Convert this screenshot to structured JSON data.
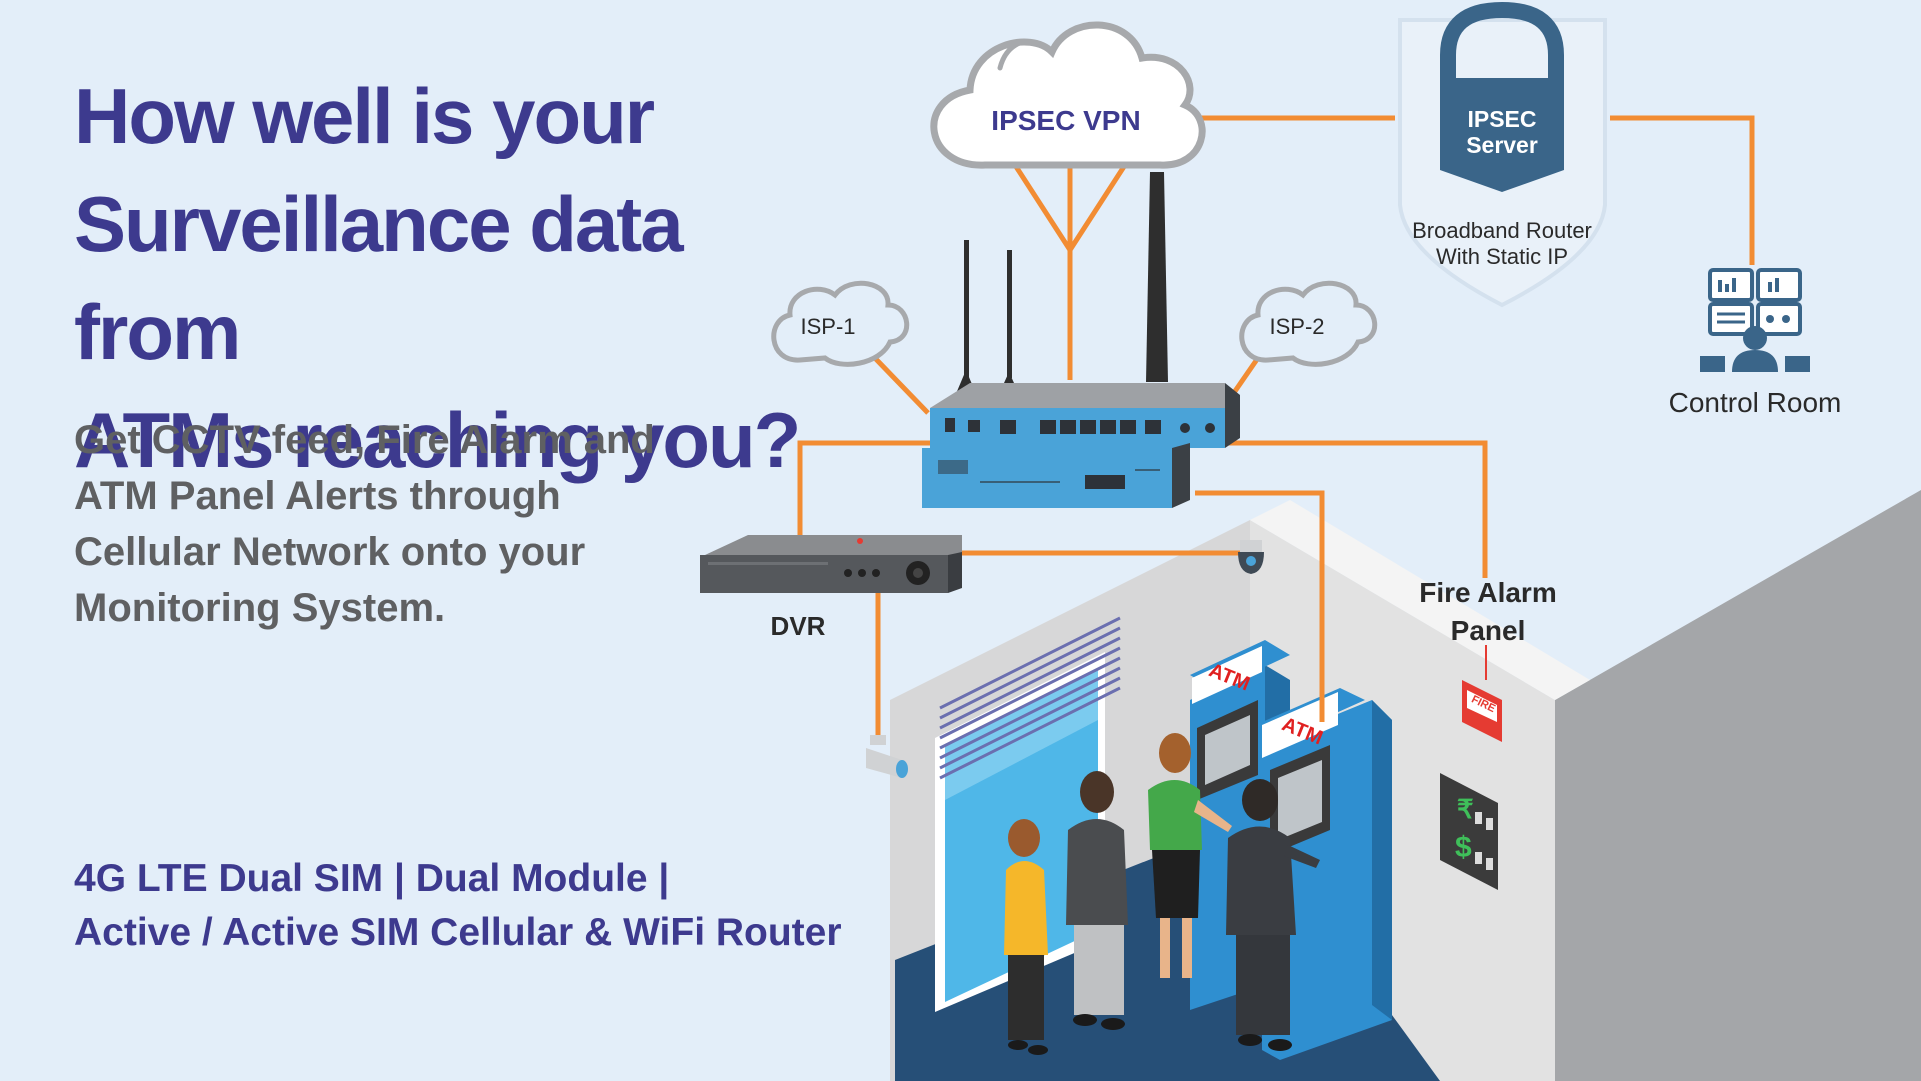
{
  "headline": [
    "How well is your",
    "Surveillance data from",
    "ATMs reaching you?"
  ],
  "subheadline": [
    "Get CCTV feed, Fire Alarm and",
    "ATM Panel Alerts through",
    "Cellular Network onto your",
    "Monitoring System."
  ],
  "features": [
    "4G LTE Dual SIM | Dual Module |",
    "Active / Active SIM Cellular & WiFi Router"
  ],
  "diagram": {
    "vpn_label": "IPSEC VPN",
    "isp1_label": "ISP-1",
    "isp2_label": "ISP-2",
    "server_label_line1": "IPSEC",
    "server_label_line2": "Server",
    "router_caption_line1": "Broadband Router",
    "router_caption_line2": "With Static IP",
    "control_room_label": "Control Room",
    "dvr_label": "DVR",
    "fire_panel_line1": "Fire Alarm",
    "fire_panel_line2": "Panel",
    "atm_sign": "ATM",
    "fire_sign": "FIRE",
    "rupee_symbol": "₹",
    "dollar_symbol": "$"
  },
  "colors": {
    "background": "#e3eef9",
    "headline": "#3d3a8e",
    "subtext": "#5f6062",
    "connector": "#f28c33",
    "router_blue": "#4aa3d8",
    "atm_blue": "#2f8fd0",
    "floor": "#254e75"
  }
}
